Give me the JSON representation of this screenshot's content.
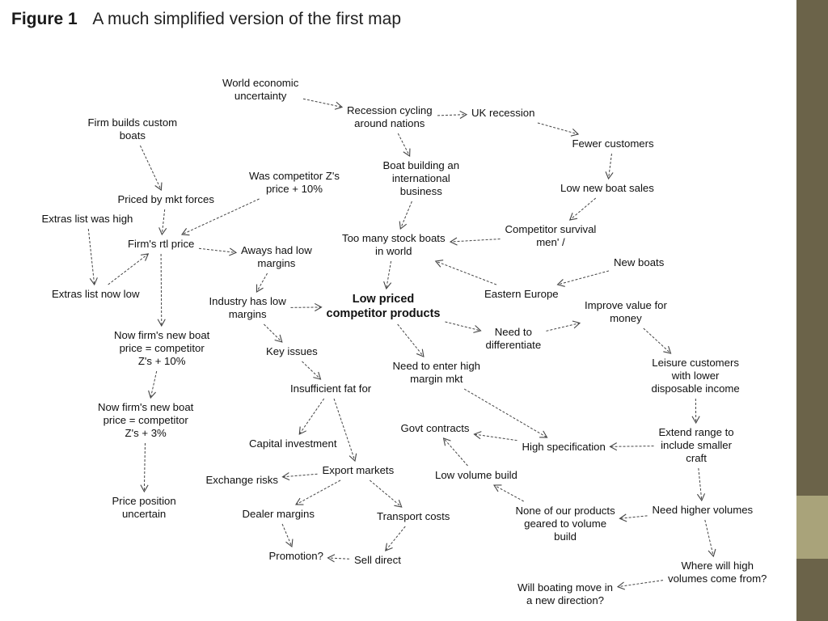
{
  "figure": {
    "label": "Figure 1",
    "caption": "A much simplified version of the first map"
  },
  "nodes": [
    {
      "id": "world-economic-uncertainty",
      "text": "World economic\nuncertainty"
    },
    {
      "id": "recession-cycling",
      "text": "Recession cycling\naround nations"
    },
    {
      "id": "uk-recession",
      "text": "UK recession"
    },
    {
      "id": "fewer-customers",
      "text": "Fewer customers"
    },
    {
      "id": "firm-builds-custom-boats",
      "text": "Firm builds custom\nboats"
    },
    {
      "id": "competitor-z-price",
      "text": "Was competitor Z's\nprice + 10%"
    },
    {
      "id": "boat-building-international",
      "text": "Boat building an\ninternational\nbusiness"
    },
    {
      "id": "low-new-boat-sales",
      "text": "Low new boat sales"
    },
    {
      "id": "priced-by-mkt-forces",
      "text": "Priced by mkt forces"
    },
    {
      "id": "extras-list-was-high",
      "text": "Extras list was high"
    },
    {
      "id": "firms-rtl-price",
      "text": "Firm's rtl price"
    },
    {
      "id": "always-had-low-margins",
      "text": "Aways had low\nmargins"
    },
    {
      "id": "too-many-stock-boats",
      "text": "Too many stock boats\nin world"
    },
    {
      "id": "competitor-survival",
      "text": "Competitor survival\nmen'   /"
    },
    {
      "id": "new-boats",
      "text": "New boats"
    },
    {
      "id": "extras-list-now-low",
      "text": "Extras list now low"
    },
    {
      "id": "industry-low-margins",
      "text": "Industry has low\nmargins"
    },
    {
      "id": "low-priced-competitor-products",
      "text": "Low priced\ncompetitor products"
    },
    {
      "id": "eastern-europe",
      "text": "Eastern Europe"
    },
    {
      "id": "improve-value",
      "text": "Improve value for\nmoney"
    },
    {
      "id": "need-to-differentiate",
      "text": "Need to\ndifferentiate"
    },
    {
      "id": "now-price-plus-10",
      "text": "Now firm's new boat\nprice = competitor\nZ's + 10%"
    },
    {
      "id": "key-issues",
      "text": "Key issues"
    },
    {
      "id": "leisure-customers",
      "text": "Leisure customers\nwith lower\ndisposable income"
    },
    {
      "id": "need-enter-high-margin",
      "text": "Need to enter high\nmargin mkt"
    },
    {
      "id": "insufficient-fat",
      "text": "Insufficient fat for"
    },
    {
      "id": "now-price-plus-3",
      "text": "Now firm's new boat\nprice = competitor\nZ's + 3%"
    },
    {
      "id": "govt-contracts",
      "text": "Govt contracts"
    },
    {
      "id": "extend-range",
      "text": "Extend range to\ninclude smaller\ncraft"
    },
    {
      "id": "capital-investment",
      "text": "Capital investment"
    },
    {
      "id": "high-specification",
      "text": "High specification"
    },
    {
      "id": "export-markets",
      "text": "Export markets"
    },
    {
      "id": "low-volume-build",
      "text": "Low volume build"
    },
    {
      "id": "exchange-risks",
      "text": "Exchange risks"
    },
    {
      "id": "price-position-uncertain",
      "text": "Price position\nuncertain"
    },
    {
      "id": "dealer-margins",
      "text": "Dealer margins"
    },
    {
      "id": "transport-costs",
      "text": "Transport costs"
    },
    {
      "id": "none-geared-volume",
      "text": "None of our products\ngeared to volume\nbuild"
    },
    {
      "id": "need-higher-volumes",
      "text": "Need higher volumes"
    },
    {
      "id": "promotion",
      "text": "Promotion?"
    },
    {
      "id": "sell-direct",
      "text": "Sell direct"
    },
    {
      "id": "where-high-volumes",
      "text": "Where will high\nvolumes come from?"
    },
    {
      "id": "boating-new-direction",
      "text": "Will boating move in\na new direction?"
    }
  ],
  "links": [
    [
      "world-economic-uncertainty",
      "recession-cycling"
    ],
    [
      "recession-cycling",
      "uk-recession"
    ],
    [
      "uk-recession",
      "fewer-customers"
    ],
    [
      "recession-cycling",
      "boat-building-international"
    ],
    [
      "fewer-customers",
      "low-new-boat-sales"
    ],
    [
      "low-new-boat-sales",
      "competitor-survival"
    ],
    [
      "competitor-survival",
      "too-many-stock-boats"
    ],
    [
      "boat-building-international",
      "too-many-stock-boats"
    ],
    [
      "eastern-europe",
      "too-many-stock-boats"
    ],
    [
      "new-boats",
      "eastern-europe"
    ],
    [
      "firm-builds-custom-boats",
      "priced-by-mkt-forces"
    ],
    [
      "priced-by-mkt-forces",
      "firms-rtl-price"
    ],
    [
      "competitor-z-price",
      "firms-rtl-price"
    ],
    [
      "firms-rtl-price",
      "always-had-low-margins"
    ],
    [
      "extras-list-was-high",
      "extras-list-now-low"
    ],
    [
      "extras-list-now-low",
      "firms-rtl-price"
    ],
    [
      "firms-rtl-price",
      "now-price-plus-10"
    ],
    [
      "always-had-low-margins",
      "industry-low-margins"
    ],
    [
      "too-many-stock-boats",
      "low-priced-competitor-products"
    ],
    [
      "industry-low-margins",
      "low-priced-competitor-products"
    ],
    [
      "low-priced-competitor-products",
      "need-to-differentiate"
    ],
    [
      "need-to-differentiate",
      "improve-value"
    ],
    [
      "low-priced-competitor-products",
      "need-enter-high-margin"
    ],
    [
      "improve-value",
      "leisure-customers"
    ],
    [
      "industry-low-margins",
      "key-issues"
    ],
    [
      "key-issues",
      "insufficient-fat"
    ],
    [
      "now-price-plus-10",
      "now-price-plus-3"
    ],
    [
      "now-price-plus-3",
      "price-position-uncertain"
    ],
    [
      "insufficient-fat",
      "capital-investment"
    ],
    [
      "insufficient-fat",
      "export-markets"
    ],
    [
      "need-enter-high-margin",
      "high-specification"
    ],
    [
      "high-specification",
      "govt-contracts"
    ],
    [
      "leisure-customers",
      "extend-range"
    ],
    [
      "extend-range",
      "high-specification"
    ],
    [
      "extend-range",
      "need-higher-volumes"
    ],
    [
      "export-markets",
      "exchange-risks"
    ],
    [
      "export-markets",
      "dealer-margins"
    ],
    [
      "export-markets",
      "transport-costs"
    ],
    [
      "low-volume-build",
      "govt-contracts"
    ],
    [
      "none-geared-volume",
      "low-volume-build"
    ],
    [
      "need-higher-volumes",
      "none-geared-volume"
    ],
    [
      "need-higher-volumes",
      "where-high-volumes"
    ],
    [
      "where-high-volumes",
      "boating-new-direction"
    ],
    [
      "dealer-margins",
      "promotion"
    ],
    [
      "transport-costs",
      "sell-direct"
    ],
    [
      "sell-direct",
      "promotion"
    ]
  ],
  "colors": {
    "side_bar": "#6b6349",
    "side_bar_band": "#a9a37a",
    "arrow": "#444444"
  }
}
